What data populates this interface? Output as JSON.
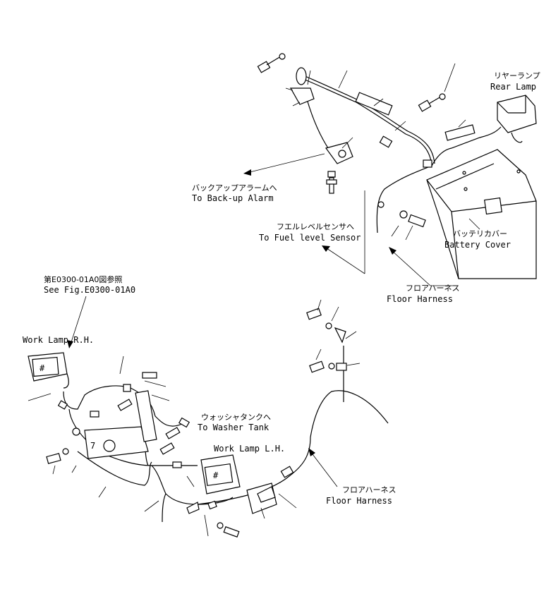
{
  "labels": {
    "rear_lamp_jp": "リヤーランプ",
    "rear_lamp_en": "Rear Lamp",
    "backup_alarm_jp": "バックアップアラームへ",
    "backup_alarm_en": "To Back-up Alarm",
    "fuel_sensor_jp": "フエルレベルセンサへ",
    "fuel_sensor_en": "To Fuel level Sensor",
    "battery_cover_jp": "バッテリカバー",
    "battery_cover_en": "Battery Cover",
    "floor_harness_top_jp": "フロアハーネス",
    "floor_harness_top_en": "Floor Harness",
    "see_fig_jp": "第E0300-01A0図参照",
    "see_fig_en": "See Fig.E0300-01A0",
    "work_lamp_rh": "Work Lamp R.H.",
    "washer_tank_jp": "ウォッシャタンクへ",
    "washer_tank_en": "To Washer Tank",
    "work_lamp_lh": "Work Lamp L.H.",
    "floor_harness_bottom_jp": "フロアハーネス",
    "floor_harness_bottom_en": "Floor Harness",
    "callout_7": "7"
  }
}
